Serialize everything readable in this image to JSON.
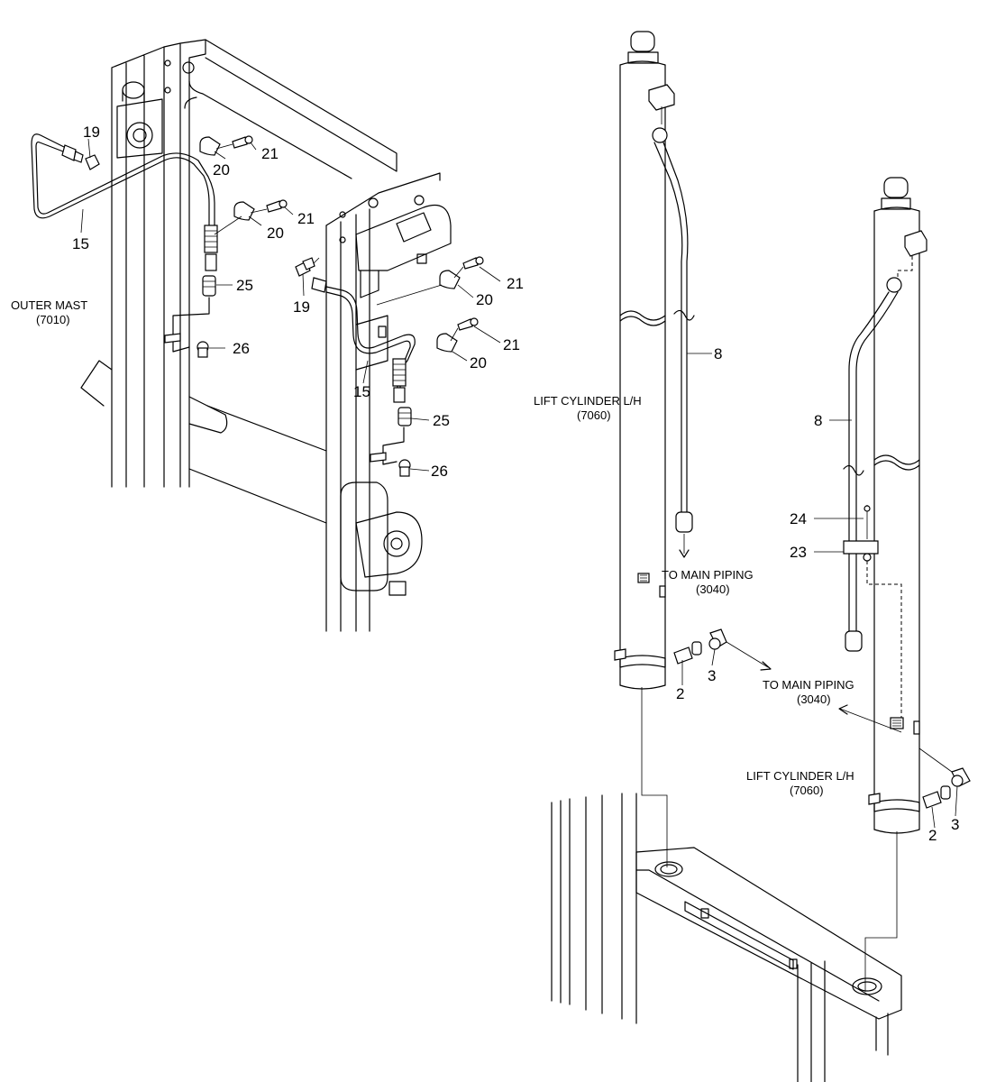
{
  "callouts": {
    "n19a": "19",
    "n20a": "20",
    "n21a": "21",
    "n20b": "20",
    "n21b": "21",
    "n15a": "15",
    "n25a": "25",
    "n26a": "26",
    "n19b": "19",
    "n21c": "21",
    "n20c": "20",
    "n21d": "21",
    "n20d": "20",
    "n15b": "15",
    "n25b": "25",
    "n26b": "26",
    "n8a": "8",
    "n8b": "8",
    "n24": "24",
    "n23": "23",
    "n2a": "2",
    "n3a": "3",
    "n2b": "2",
    "n3b": "3"
  },
  "labels": {
    "outer_mast_1": "OUTER MAST",
    "outer_mast_2": "(7010)",
    "lift_lh_a_1": "LIFT CYLINDER L/H",
    "lift_lh_a_2": "(7060)",
    "to_main_a_1": "TO MAIN PIPING",
    "to_main_a_2": "(3040)",
    "to_main_b_1": "TO MAIN PIPING",
    "to_main_b_2": "(3040)",
    "lift_lh_b_1": "LIFT CYLINDER L/H",
    "lift_lh_b_2": "(7060)"
  }
}
